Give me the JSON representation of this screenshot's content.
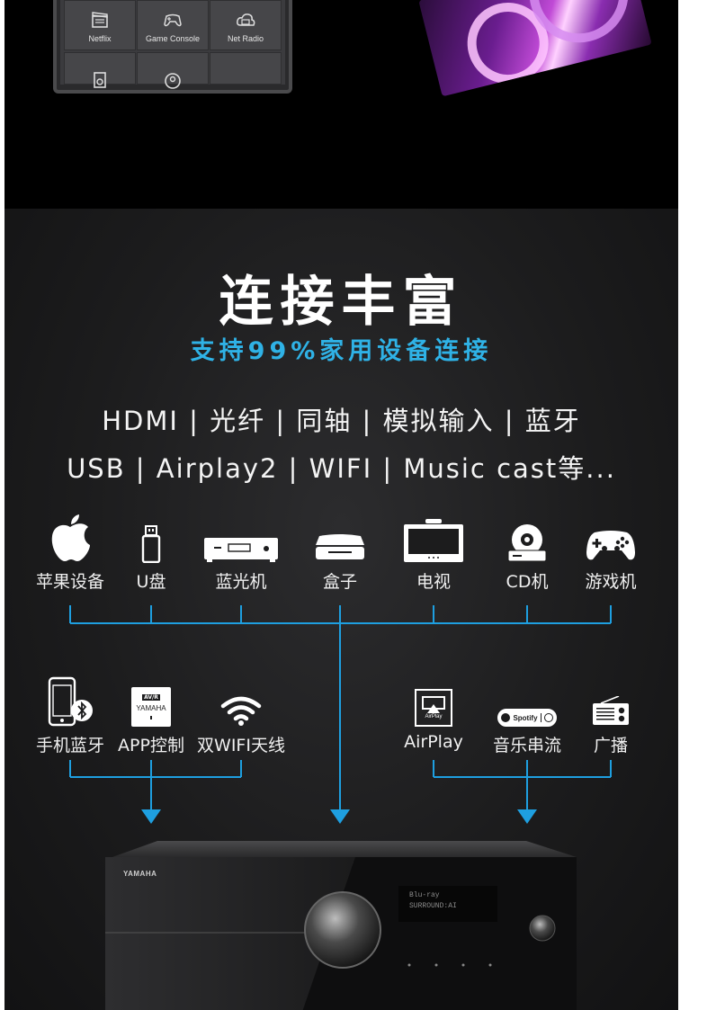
{
  "phone_apps": [
    {
      "label": "Netflix",
      "icon": "clapperboard-icon"
    },
    {
      "label": "Game Console",
      "icon": "gamepad-icon"
    },
    {
      "label": "Net Radio",
      "icon": "cloud-radio-icon"
    }
  ],
  "heading": {
    "title": "连接丰富",
    "subtitle": "支持99%家用设备连接"
  },
  "protocols": {
    "line1": "HDMI | 光纤 | 同轴 | 模拟输入 | 蓝牙",
    "line2": "USB | Airplay2 | WIFI | Music cast等..."
  },
  "top_devices": [
    {
      "label": "苹果设备",
      "icon": "apple-icon"
    },
    {
      "label": "U盘",
      "icon": "usb-drive-icon"
    },
    {
      "label": "蓝光机",
      "icon": "bluray-player-icon"
    },
    {
      "label": "盒子",
      "icon": "set-top-box-icon"
    },
    {
      "label": "电视",
      "icon": "tv-icon"
    },
    {
      "label": "CD机",
      "icon": "cd-player-icon"
    },
    {
      "label": "游戏机",
      "icon": "gamepad-icon"
    }
  ],
  "left_devices": [
    {
      "label": "手机蓝牙",
      "icon": "phone-bluetooth-icon"
    },
    {
      "label": "APP控制",
      "icon": "yamaha-app-icon",
      "app_text_top": "AV/R",
      "app_text_mid": "YAMAHA"
    },
    {
      "label": "双WIFI天线",
      "icon": "wifi-icon"
    }
  ],
  "right_devices": [
    {
      "label": "AirPlay",
      "icon": "airplay-icon",
      "badge_text": "AirPlay"
    },
    {
      "label": "音乐串流",
      "icon": "spotify-icon",
      "badge_text": "Spotify"
    },
    {
      "label": "广播",
      "icon": "radio-icon"
    }
  ],
  "receiver": {
    "brand": "YAMAHA",
    "display_line1": "Blu-ray",
    "display_line2": "SURROUND:AI"
  },
  "colors": {
    "accent_blue": "#2fb2e6",
    "line_blue": "#1e9fe0",
    "background_dark": "#1c1c1d"
  }
}
